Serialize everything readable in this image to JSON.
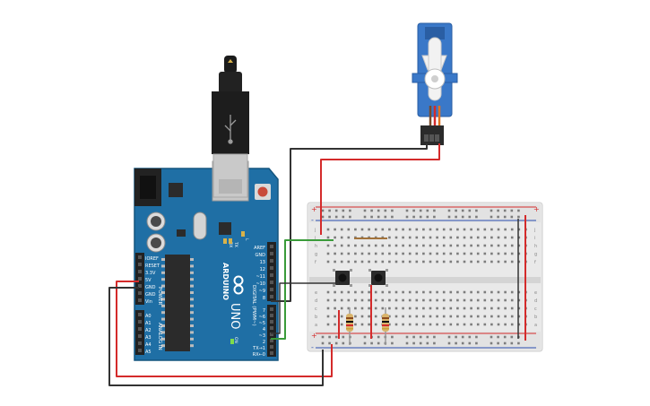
{
  "circuit": {
    "colors": {
      "board": "#1f6fa5",
      "board_edge": "#14557f",
      "breadboard": "#e9e9e9",
      "wire_red": "#d42b2b",
      "wire_black": "#333333",
      "wire_green": "#3a9b3a",
      "wire_orange": "#e2721f",
      "servo": "#3a78c8"
    },
    "arduino": {
      "brand": "ARDUINO",
      "model": "UNO",
      "power_header_title": "POWER",
      "analog_header_title": "ANALOG IN",
      "digital_header_title": "DIGITAL (PWM~)",
      "on_label": "ON",
      "tx_label": "TX",
      "rx_label": "RX",
      "l_label": "L",
      "power_pins": [
        "IOREF",
        "RESET",
        "3.3V",
        "5V",
        "GND",
        "GND",
        "Vin"
      ],
      "analog_pins": [
        "A0",
        "A1",
        "A2",
        "A3",
        "A4",
        "A5"
      ],
      "digital_pins_top": [
        "AREF",
        "GND",
        "13",
        "12",
        "~11",
        "~10",
        "~9",
        "8"
      ],
      "digital_pins_bottom": [
        "7",
        "~6",
        "~5",
        "4",
        "~3",
        "2",
        "TX→1",
        "RX←0"
      ]
    },
    "usb_icon": "usb-symbol-icon",
    "breadboard": {
      "row_letters_top": [
        "j",
        "i",
        "h",
        "g",
        "f"
      ],
      "row_letters_bottom": [
        "e",
        "d",
        "c",
        "b",
        "a"
      ],
      "plus": "+",
      "minus": "-"
    }
  }
}
